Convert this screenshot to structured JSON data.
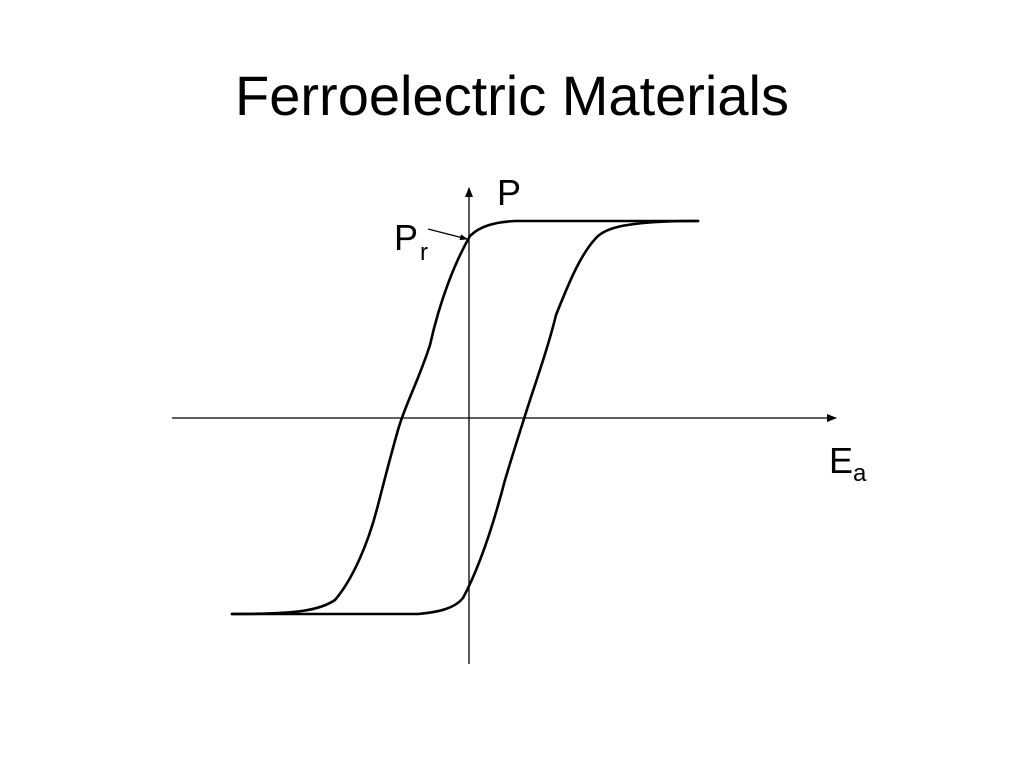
{
  "slide": {
    "title": "Ferroelectric Materials"
  },
  "diagram": {
    "y_axis_label": "P",
    "x_axis_label_main": "E",
    "x_axis_label_sub": "a",
    "remanent_label_main": "P",
    "remanent_label_sub": "r",
    "line_color": "#000000"
  }
}
